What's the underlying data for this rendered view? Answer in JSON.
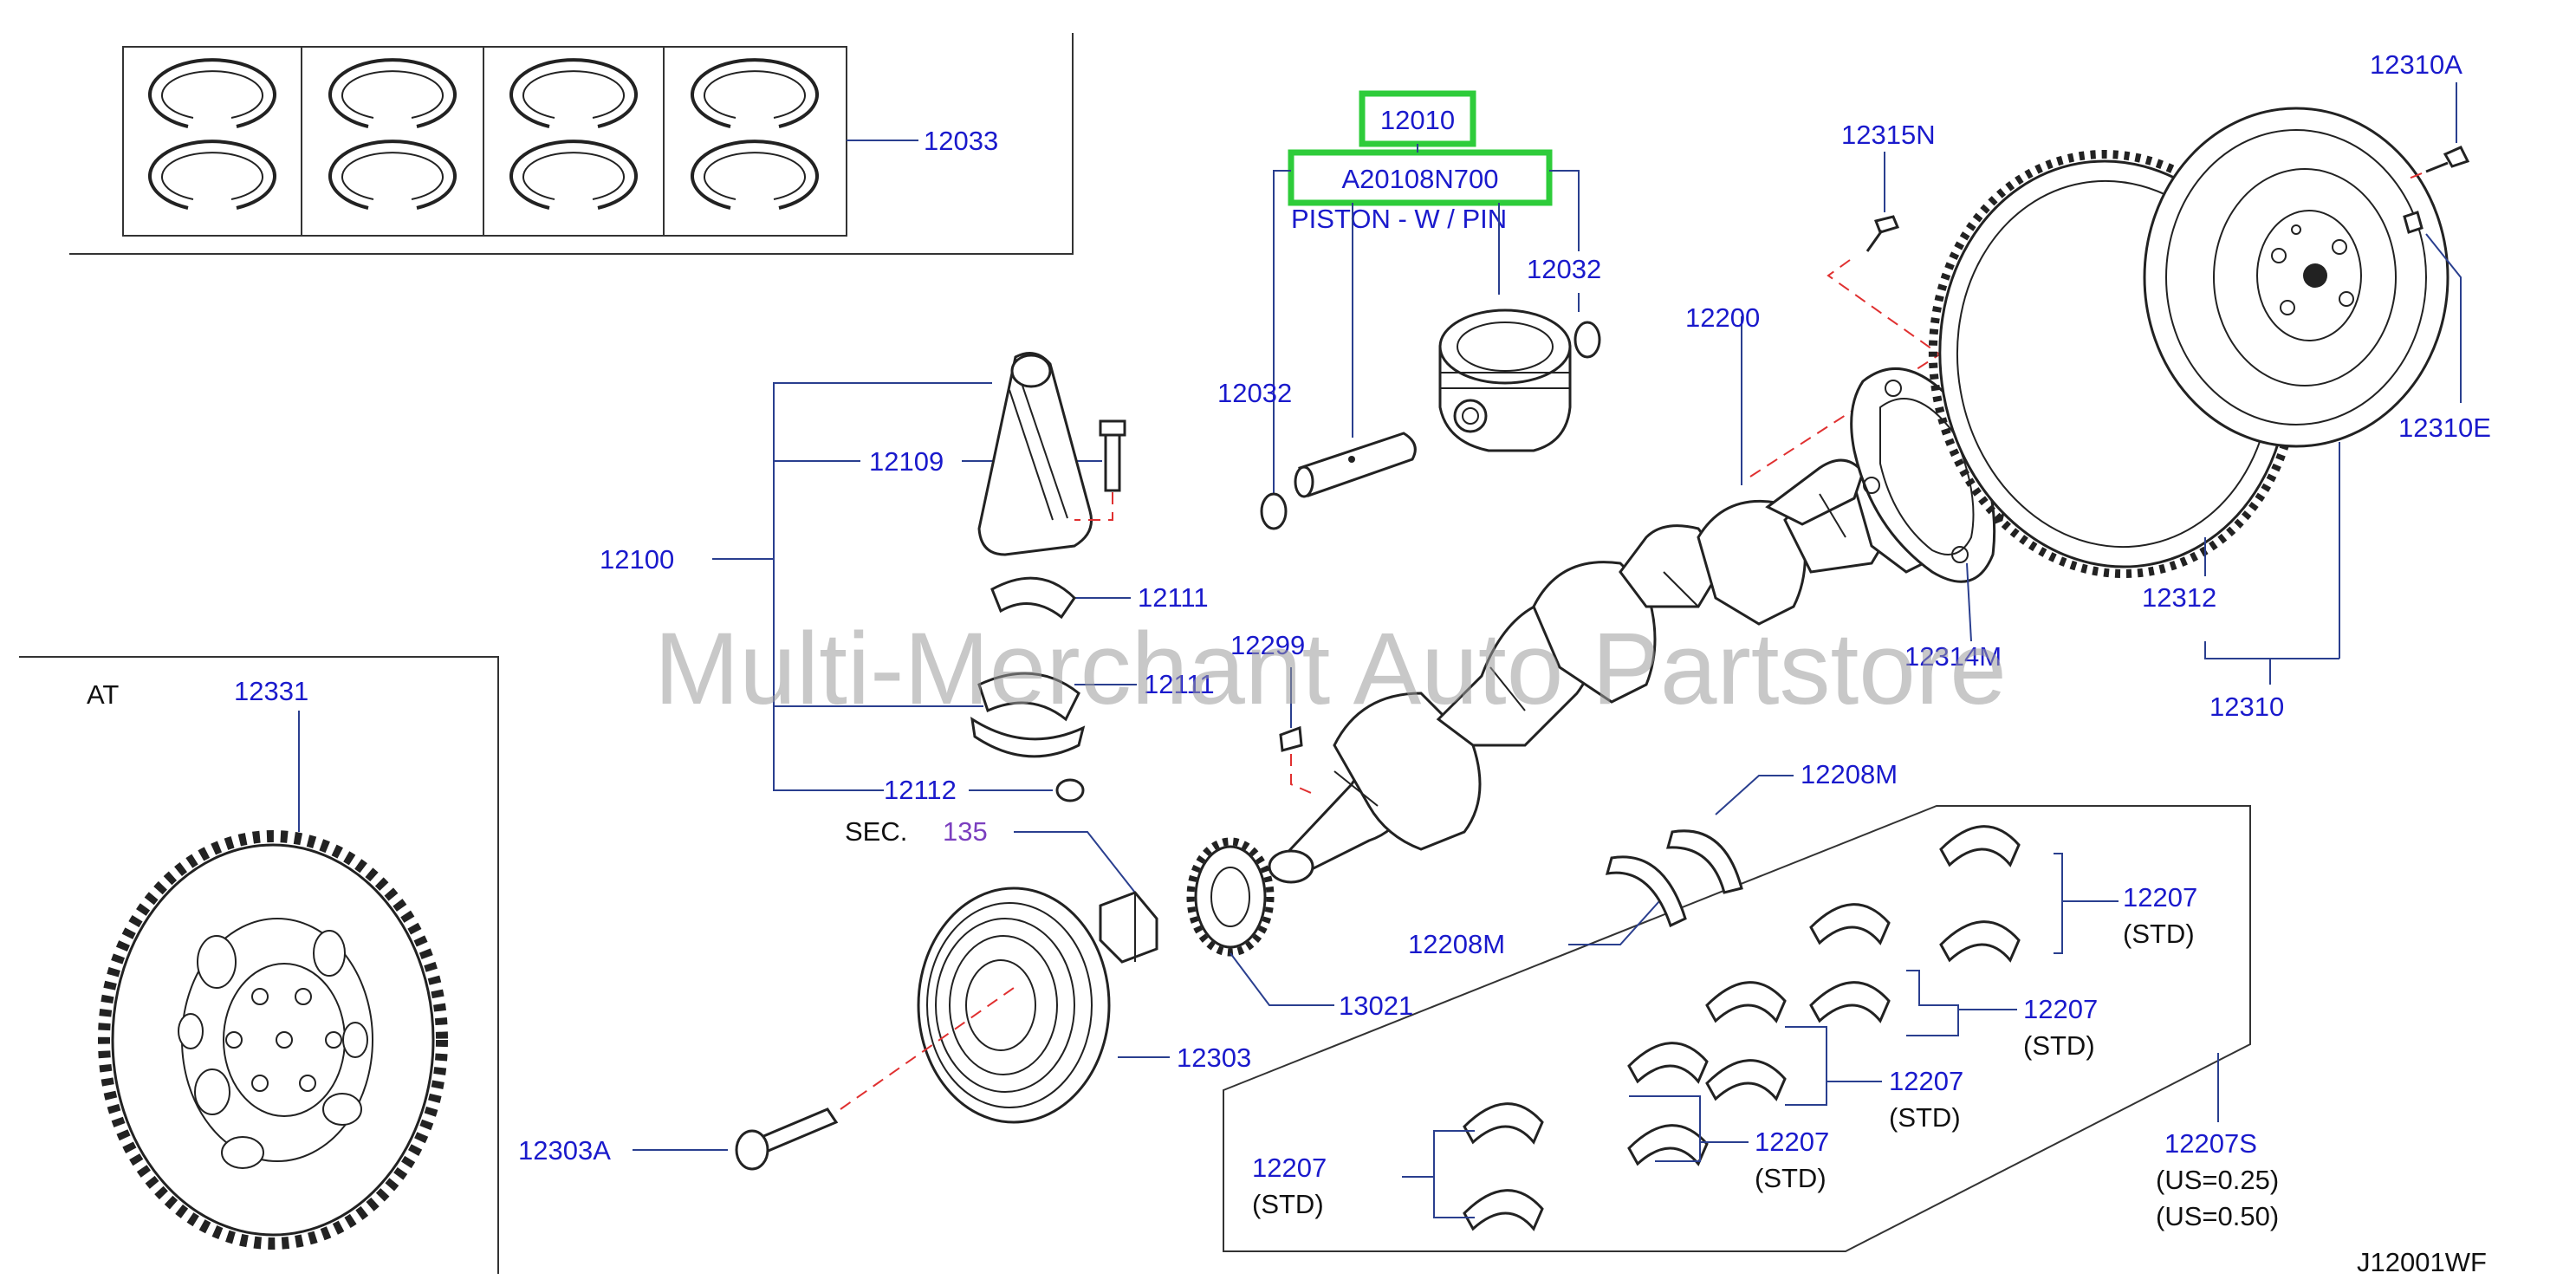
{
  "title": "PISTON - W / PIN",
  "watermark": "Multi-Merchant Auto Partstore",
  "drawing_code": "J12001WF",
  "highlighted": {
    "part_no": "12010",
    "oem_no": "A20108N700",
    "name": "PISTON - W / PIN"
  },
  "section": {
    "prefix": "SEC.",
    "number": "135"
  },
  "at_label": "AT",
  "colors": {
    "label": "#1a1acc",
    "highlight": "#2ecc3a",
    "dash": "#e03030",
    "section": "#7b3fbf"
  },
  "labels": {
    "ring_set": "12033",
    "pin_clip_left": "12032",
    "pin_clip_right": "12032",
    "con_rod_assy": "12100",
    "con_rod": "12109",
    "bearing_upper": "12111",
    "bearing_lower": "12111",
    "rod_nut": "12112",
    "crankshaft": "12200",
    "crank_key": "12299",
    "thrust_upper": "12208M",
    "thrust_lower": "12208M",
    "main_brg_1": "12207",
    "main_brg_2": "12207",
    "main_brg_3": "12207",
    "main_brg_4": "12207",
    "main_brg_5": "12207",
    "main_brg_set": "12207S",
    "flywheel_assy": "12310",
    "flywheel_bolt": "12310A",
    "dowel": "12310E",
    "ring_gear": "12312",
    "signal_plate": "12314M",
    "plate_bolt": "12315N",
    "pulley": "12303",
    "pulley_bolt": "12303A",
    "sprocket": "13021",
    "drive_plate": "12331"
  },
  "bearing_notes": {
    "std": "(STD)",
    "us_025": "(US=0.25)",
    "us_050": "(US=0.50)"
  }
}
